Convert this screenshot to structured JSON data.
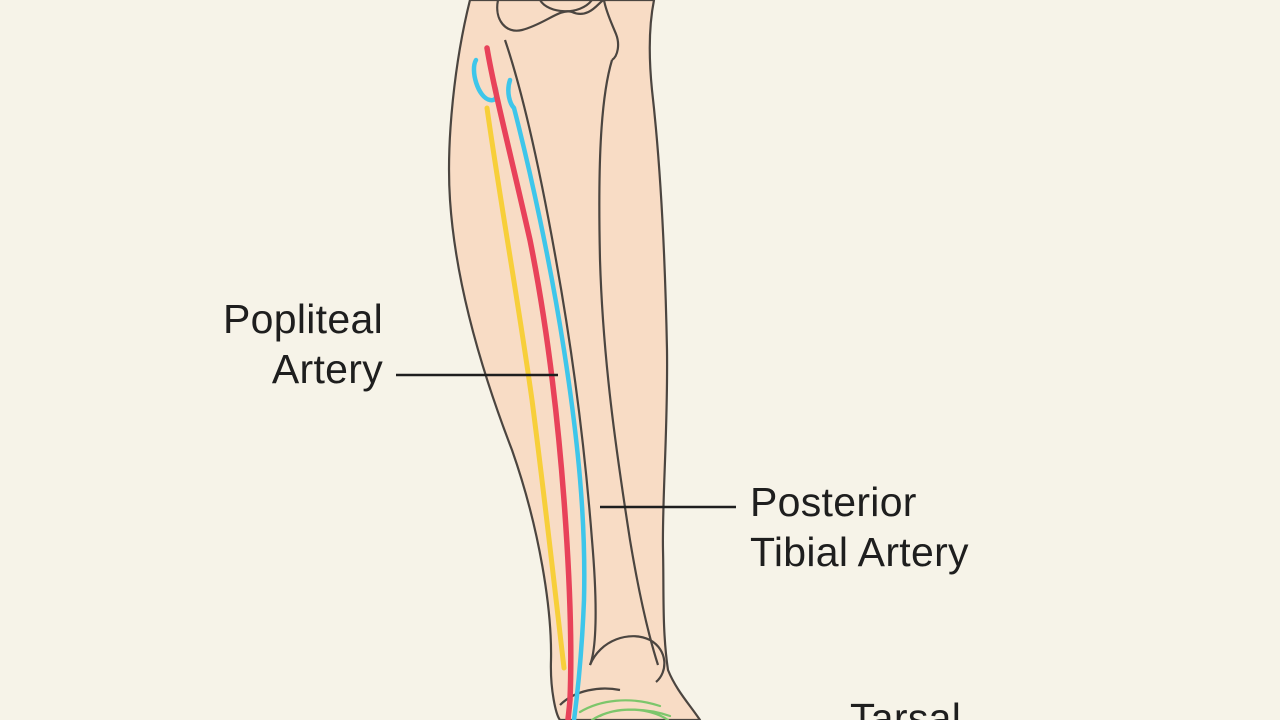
{
  "labels": {
    "popliteal": {
      "line1": "Popliteal",
      "line2": "Artery"
    },
    "posterior_tibial": {
      "line1": "Posterior",
      "line2": "Tibial Artery"
    },
    "tarsal": {
      "line1": "Tarsal"
    }
  },
  "colors": {
    "background": "#f6f3e8",
    "skin": "#f8dcc5",
    "outline": "#4b4540",
    "artery": "#e8425a",
    "vein": "#3ec6ea",
    "nerve": "#f7cf3a",
    "tarsal_vessels": "#7dc66b",
    "leader_line": "#1e1e1e"
  }
}
